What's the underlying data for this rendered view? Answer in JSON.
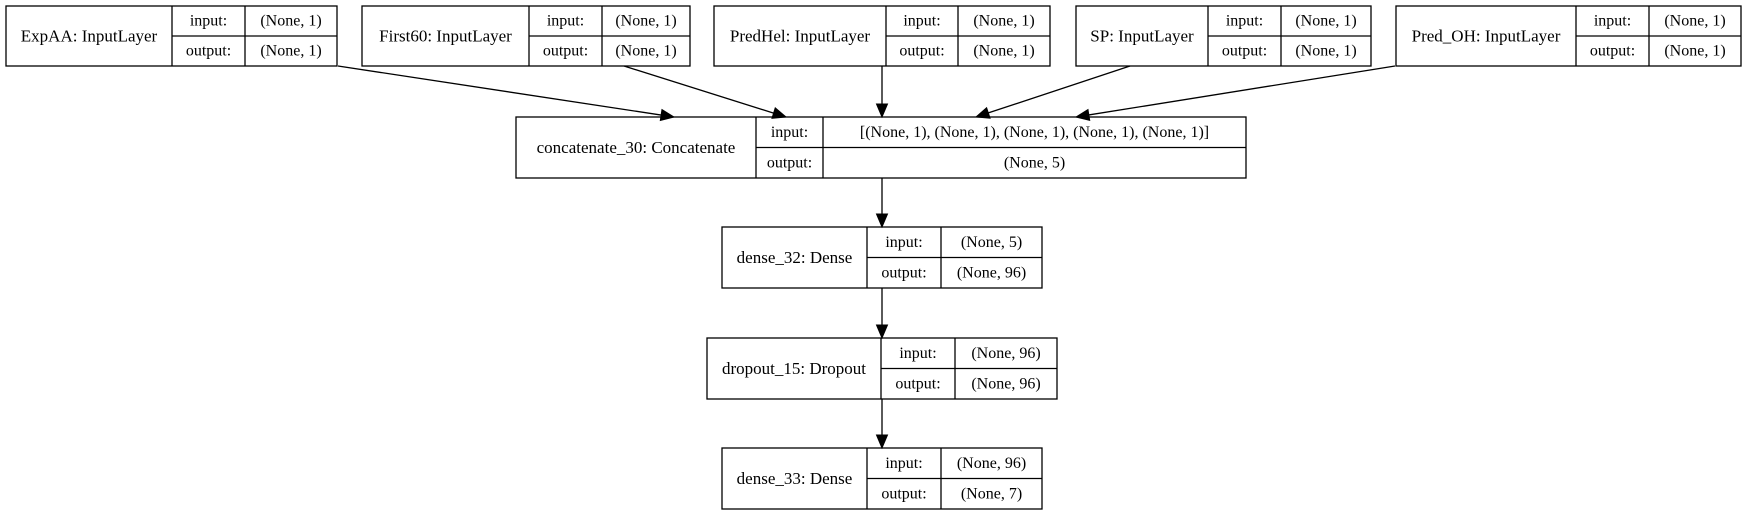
{
  "model_diagram": {
    "port_labels": {
      "input": "input:",
      "output": "output:"
    },
    "layers": [
      {
        "id": "expaa",
        "name": "ExpAA: InputLayer",
        "input": "(None, 1)",
        "output": "(None, 1)"
      },
      {
        "id": "first60",
        "name": "First60: InputLayer",
        "input": "(None, 1)",
        "output": "(None, 1)"
      },
      {
        "id": "predhel",
        "name": "PredHel: InputLayer",
        "input": "(None, 1)",
        "output": "(None, 1)"
      },
      {
        "id": "sp",
        "name": "SP: InputLayer",
        "input": "(None, 1)",
        "output": "(None, 1)"
      },
      {
        "id": "pred-oh",
        "name": "Pred_OH: InputLayer",
        "input": "(None, 1)",
        "output": "(None, 1)"
      },
      {
        "id": "concatenate-30",
        "name": "concatenate_30: Concatenate",
        "input": "[(None, 1), (None, 1), (None, 1), (None, 1), (None, 1)]",
        "output": "(None, 5)"
      },
      {
        "id": "dense-32",
        "name": "dense_32: Dense",
        "input": "(None, 5)",
        "output": "(None, 96)"
      },
      {
        "id": "dropout-15",
        "name": "dropout_15: Dropout",
        "input": "(None, 96)",
        "output": "(None, 96)"
      },
      {
        "id": "dense-33",
        "name": "dense_33: Dense",
        "input": "(None, 96)",
        "output": "(None, 7)"
      }
    ],
    "connections": [
      {
        "from": "expaa",
        "to": "concatenate-30"
      },
      {
        "from": "first60",
        "to": "concatenate-30"
      },
      {
        "from": "predhel",
        "to": "concatenate-30"
      },
      {
        "from": "sp",
        "to": "concatenate-30"
      },
      {
        "from": "pred-oh",
        "to": "concatenate-30"
      },
      {
        "from": "concatenate-30",
        "to": "dense-32"
      },
      {
        "from": "dense-32",
        "to": "dropout-15"
      },
      {
        "from": "dropout-15",
        "to": "dense-33"
      }
    ]
  }
}
